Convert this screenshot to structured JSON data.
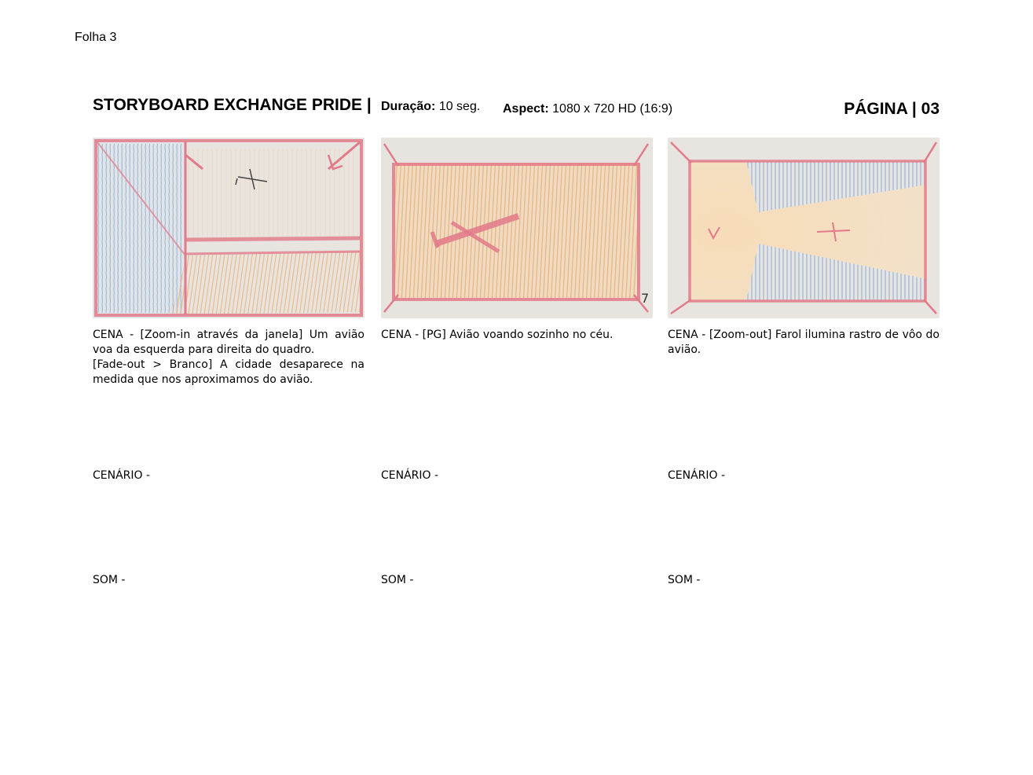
{
  "sheet_label": "Folha 3",
  "header": {
    "title": "STORYBOARD EXCHANGE PRIDE |",
    "duration_label": "Duração:",
    "duration_value": "10 seg.",
    "aspect_label": "Aspect:",
    "aspect_value": "1080 x 720 HD (16:9)",
    "page_label": "PÁGINA | 03"
  },
  "panels": [
    {
      "image": "sketch-zoom-in-window-plane",
      "scene_lines": [
        "CENA -  [Zoom-in através da janela] Um avião voa da esquerda para direita do quadro.",
        "[Fade-out > Branco]  A cidade desaparece na medida que nos aproximamos do avião."
      ],
      "cenario": "CENÁRIO -",
      "som": "SOM -"
    },
    {
      "image": "sketch-plane-alone-sky",
      "scene_lines": [
        "CENA -  [PG] Avião voando sozinho no céu."
      ],
      "cenario": "CENÁRIO -",
      "som": "SOM -"
    },
    {
      "image": "sketch-lighthouse-beam-plane",
      "scene_lines": [
        "CENA -  [Zoom-out] Farol ilumina rastro de vôo do avião."
      ],
      "cenario": "CENÁRIO -",
      "som": "SOM -"
    }
  ],
  "colors": {
    "sketch_red": "#e27a8a",
    "sketch_orange": "#eebd8a",
    "sketch_blue": "#9dbbd9",
    "paper": "#e9e6e2"
  }
}
